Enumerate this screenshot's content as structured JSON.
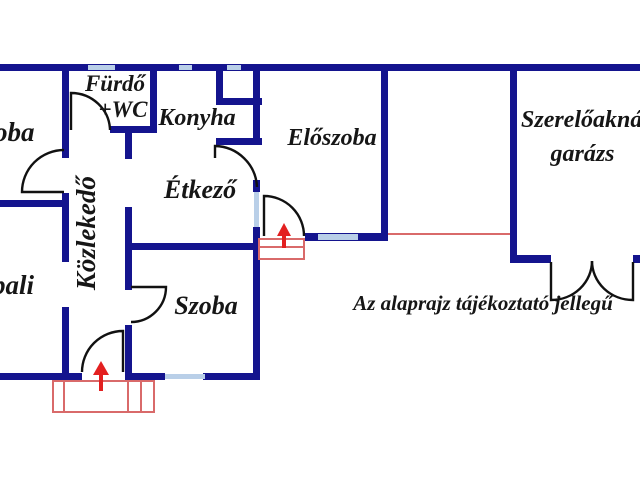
{
  "plan": {
    "kind": "apartment floor plan",
    "note": "Az alaprajz tájékoztató jellegű"
  },
  "rooms": {
    "szoba_top_left_partial": "oba",
    "nappali_partial": "pali",
    "furdo": "Fürdő",
    "wc": "+WC",
    "konyha": "Konyha",
    "etkezo": "Étkező",
    "eloszoba": "Előszoba",
    "kozlekedo": "Közlekedő",
    "szoba": "Szoba",
    "garazs_line1": "Szerelőakná",
    "garazs_line2": "garázs"
  },
  "colors": {
    "wall": "#14148E",
    "window": "#B9CFE8",
    "stairs": "#D96A6A",
    "arrow": "#E32020",
    "door": "#111111",
    "background": "#FFFFFF"
  }
}
